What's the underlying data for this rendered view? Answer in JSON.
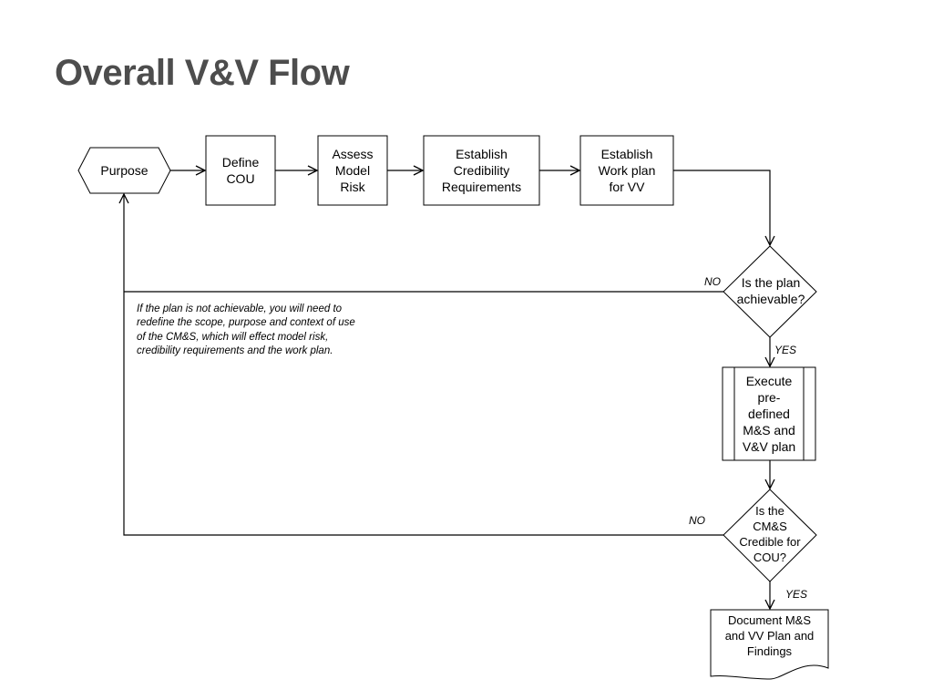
{
  "page": {
    "title": "Overall V&V Flow"
  },
  "nodes": {
    "purpose": "Purpose",
    "define_cou": "Define\nCOU",
    "assess_risk": "Assess\nModel\nRisk",
    "credibility_req": "Establish\nCredibility\nRequirements",
    "work_plan": "Establish\nWork plan\nfor VV",
    "plan_achievable": "Is the plan\nachievable?",
    "execute": "Execute\npre-\ndefined\nM&S and\nV&V plan",
    "credible": "Is the\nCM&S\nCredible for\nCOU?",
    "document": "Document M&S\nand VV Plan and\nFindings"
  },
  "labels": {
    "no_1": "NO",
    "yes_1": "YES",
    "no_2": "NO",
    "yes_2": "YES"
  },
  "note": "If the plan is not achievable, you will need to redefine the scope, purpose and context of use of the CM&S, which will effect model risk, credibility requirements and the work plan."
}
